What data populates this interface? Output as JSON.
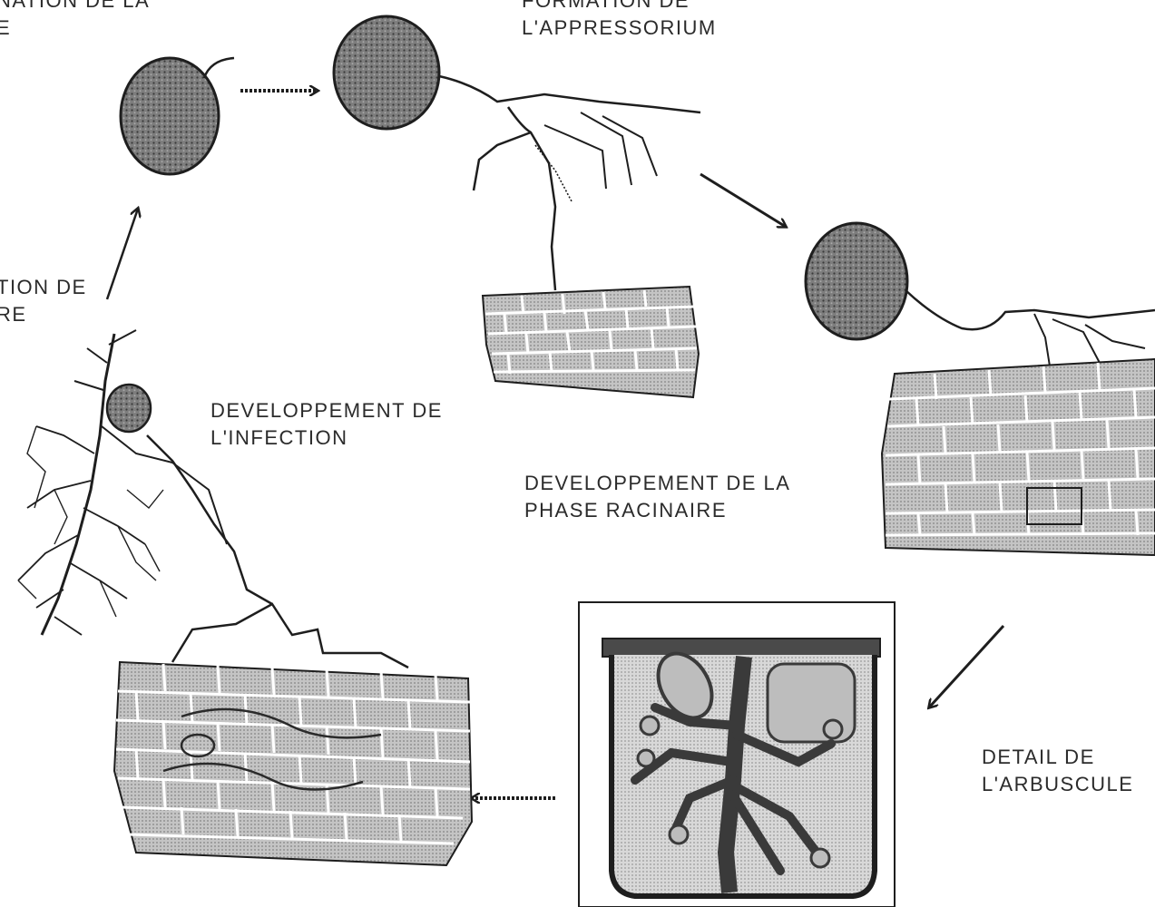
{
  "stages": {
    "germination": {
      "line1": "NATION DE LA",
      "line2": "E"
    },
    "appressorium": {
      "line1": "FORMATION DE",
      "line2": "L'APPRESSORIUM"
    },
    "partial": {
      "line1": "TION DE",
      "line2": "RE"
    },
    "infection": {
      "line1": "DEVELOPPEMENT DE",
      "line2": "L'INFECTION"
    },
    "racinaire": {
      "line1": "DEVELOPPEMENT DE LA",
      "line2": "PHASE RACINAIRE"
    },
    "arbuscule": {
      "line1": "DETAIL DE",
      "line2": "L'ARBUSCULE"
    }
  },
  "colors": {
    "ink": "#1e1e1e",
    "spore_fill": "#6f6f6f",
    "cell_fill": "#b9b9b9",
    "panel_fill": "#d6d6d6"
  }
}
